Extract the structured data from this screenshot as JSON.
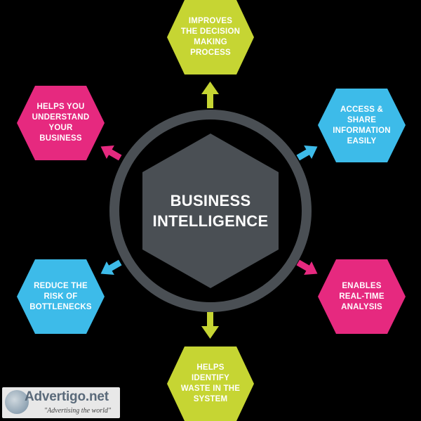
{
  "center": {
    "text": "BUSINESS\nINTELLIGENCE"
  },
  "nodes": [
    {
      "id": "top",
      "text": "IMPROVES\nTHE DECISION\nMAKING\nPROCESS",
      "color": "#c6d533"
    },
    {
      "id": "upper-right",
      "text": "ACCESS &\nSHARE\nINFORMATION\nEASILY",
      "color": "#3dbbe9"
    },
    {
      "id": "lower-right",
      "text": "ENABLES\nREAL-TIME\nANALYSIS",
      "color": "#e6297f"
    },
    {
      "id": "bottom",
      "text": "HELPS\nIDENTIFY\nWASTE IN THE\nSYSTEM",
      "color": "#c6d533"
    },
    {
      "id": "lower-left",
      "text": "REDUCE THE\nRISK OF\nBOTTLENECKS",
      "color": "#3dbbe9"
    },
    {
      "id": "upper-left",
      "text": "HELPS YOU\nUNDERSTAND\nYOUR\nBUSINESS",
      "color": "#e6297f"
    }
  ],
  "colors": {
    "background": "#000000",
    "ring": "#4a4f54",
    "center_hex": "#4a4f54",
    "lime": "#c6d533",
    "cyan": "#3dbbe9",
    "magenta": "#e6297f"
  },
  "watermark": {
    "brand": "Advertigo.net",
    "tagline": "\"Advertising the world\""
  }
}
